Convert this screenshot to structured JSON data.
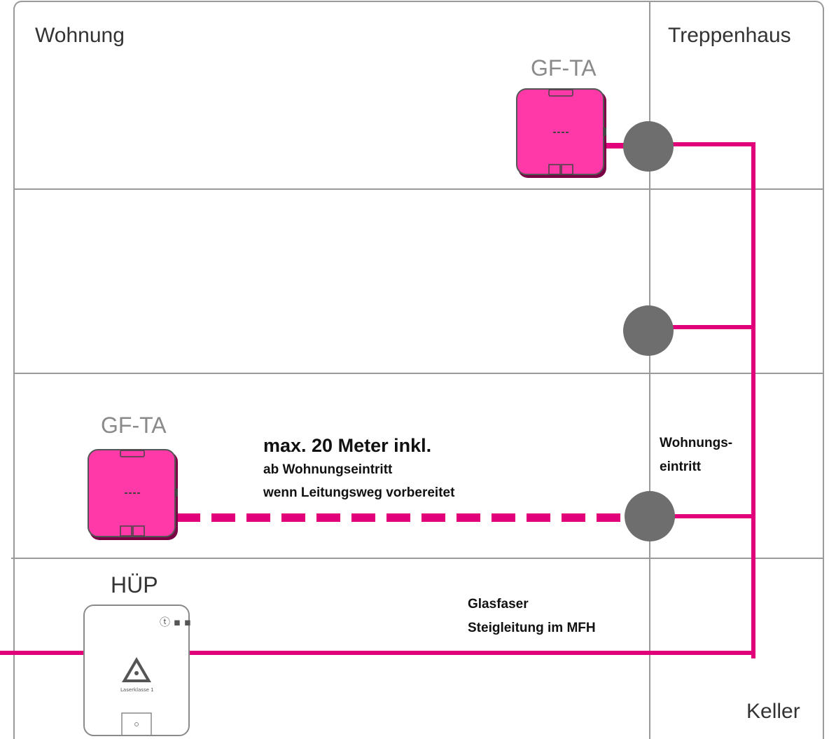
{
  "labels": {
    "wohnung": "Wohnung",
    "treppenhaus": "Treppenhaus",
    "keller": "Keller",
    "gfta": "GF-TA",
    "huep": "HÜP"
  },
  "annotations": {
    "max_title": "max. 20 Meter inkl.",
    "max_line1": "ab Wohnungseintritt",
    "max_line2": "wenn Leitungsweg vorbereitet",
    "entry_line1": "Wohnungs-",
    "entry_line2": "eintritt",
    "fiber_line1": "Glasfaser",
    "fiber_line2": "Steigleitung im MFH"
  },
  "device": {
    "laser_label": "Laserklasse 1"
  },
  "colors": {
    "magenta": "#e2007a",
    "device_pink": "#ff3aa8",
    "node_gray": "#6e6e6e",
    "grid": "#9a9a9a"
  },
  "icons": [
    "telekom-logo-icon",
    "laser-warning-icon",
    "network-port-icon"
  ]
}
